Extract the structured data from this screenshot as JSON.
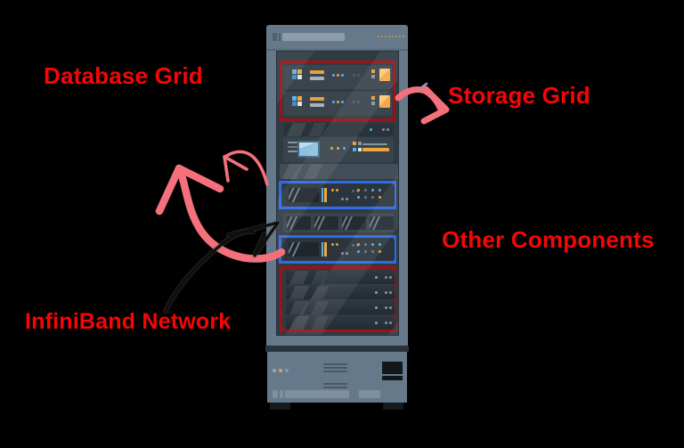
{
  "labels": {
    "database_grid": "Database Grid",
    "storage_grid": "Storage Grid",
    "other_components": "Other Components",
    "infiniband_network": "InfiniBand Network"
  },
  "colors": {
    "bg": "#000000",
    "label_red": "#f90505",
    "arrow_salmon": "#f4717b",
    "arrow_black": "#0f0f0f",
    "box_red": "#9b1318",
    "box_blue": "#2e6be4",
    "rack_frame": "#66798a",
    "rack_window": "#2f3a43",
    "unit_dark": "#39434c",
    "unit_darker": "#2c353d",
    "accent_orange": "#efa83e",
    "accent_blue": "#58aede",
    "accent_gray": "#8795a0",
    "screen_blue": "#8ec1df"
  }
}
